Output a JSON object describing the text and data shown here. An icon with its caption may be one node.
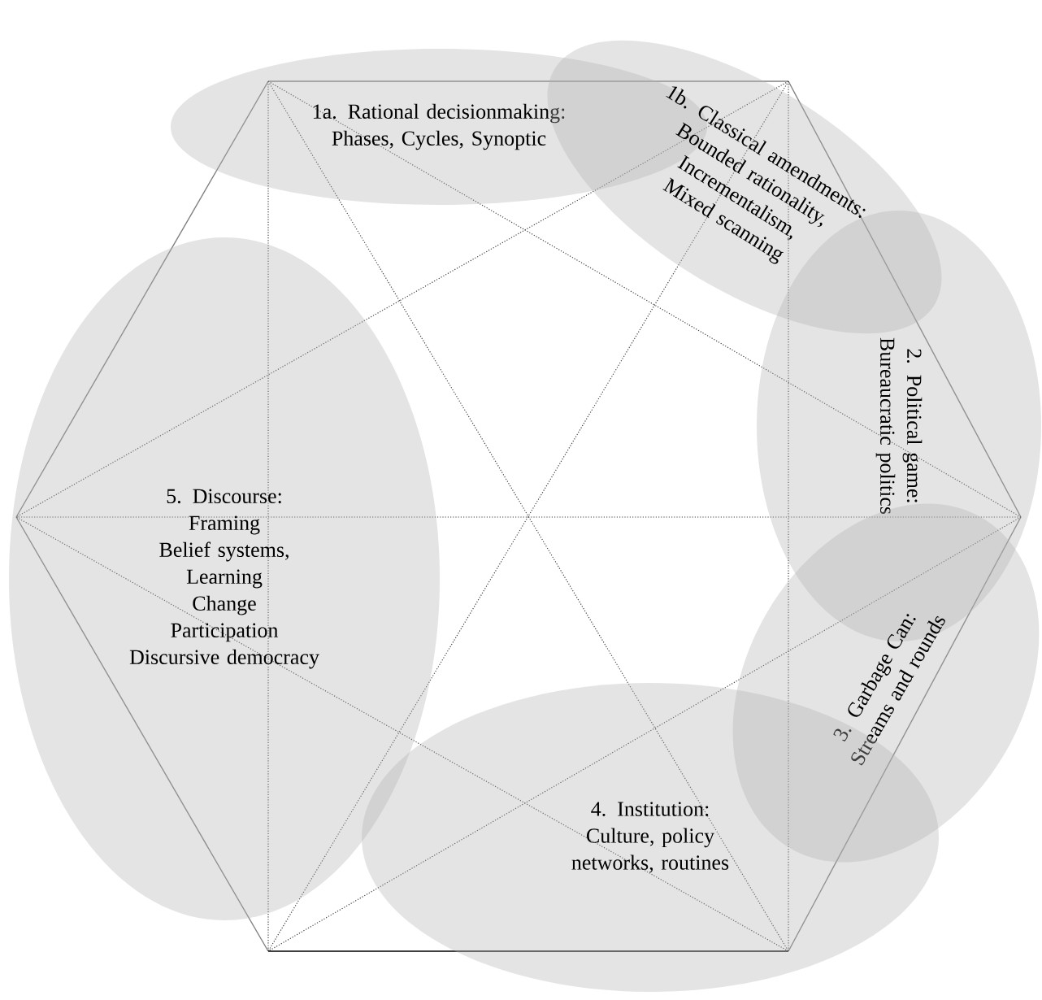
{
  "diagram": {
    "nodes": [
      {
        "text": [
          "1a. Rational decisionmaking:",
          "Phases, Cycles, Synoptic"
        ]
      },
      {
        "text": [
          "1b. Classical amendments:",
          "Bounded rationality,",
          "Incrementalism,",
          "Mixed scanning"
        ]
      },
      {
        "text": [
          "2. Political game:",
          "Bureaucratic politics"
        ]
      },
      {
        "text": [
          "3. Garbage Can:",
          "Streams and rounds"
        ]
      },
      {
        "text": [
          "4. Institution:",
          "Culture, policy networks, routines"
        ]
      },
      {
        "text": [
          "5. Discourse:",
          "Framing",
          "Belief systems,",
          "Learning",
          "Change",
          "Participation",
          "Discursive democracy"
        ]
      }
    ]
  }
}
